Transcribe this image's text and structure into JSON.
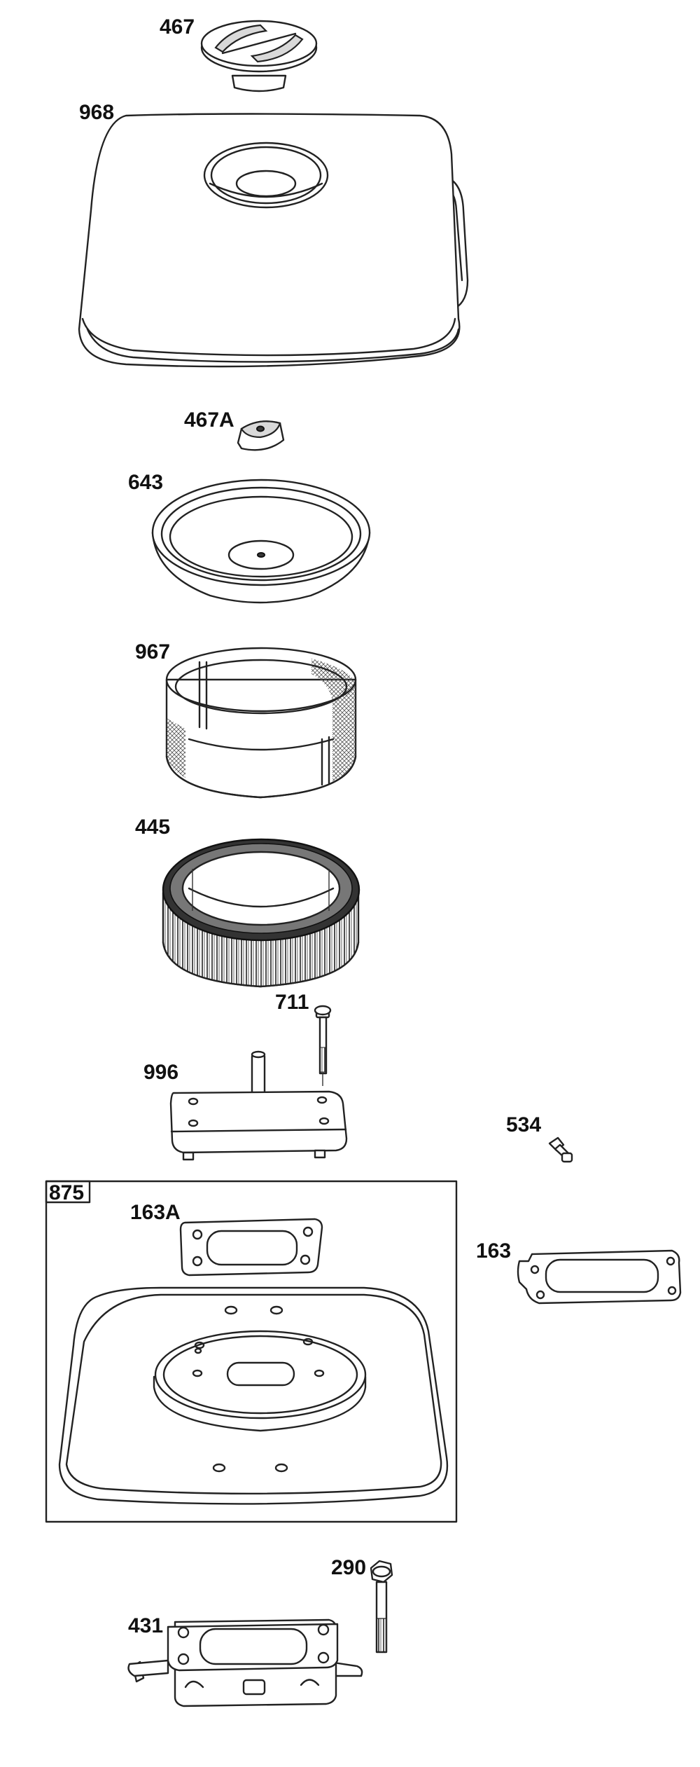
{
  "diagram": {
    "parts": [
      {
        "id": "p467",
        "label": "467"
      },
      {
        "id": "p968",
        "label": "968"
      },
      {
        "id": "p467A",
        "label": "467A"
      },
      {
        "id": "p643",
        "label": "643"
      },
      {
        "id": "p967",
        "label": "967"
      },
      {
        "id": "p445",
        "label": "445"
      },
      {
        "id": "p711",
        "label": "711"
      },
      {
        "id": "p996",
        "label": "996"
      },
      {
        "id": "p534",
        "label": "534"
      },
      {
        "id": "p875",
        "label": "875"
      },
      {
        "id": "p163A",
        "label": "163A"
      },
      {
        "id": "p163",
        "label": "163"
      },
      {
        "id": "p290",
        "label": "290"
      },
      {
        "id": "p431",
        "label": "431"
      }
    ]
  }
}
